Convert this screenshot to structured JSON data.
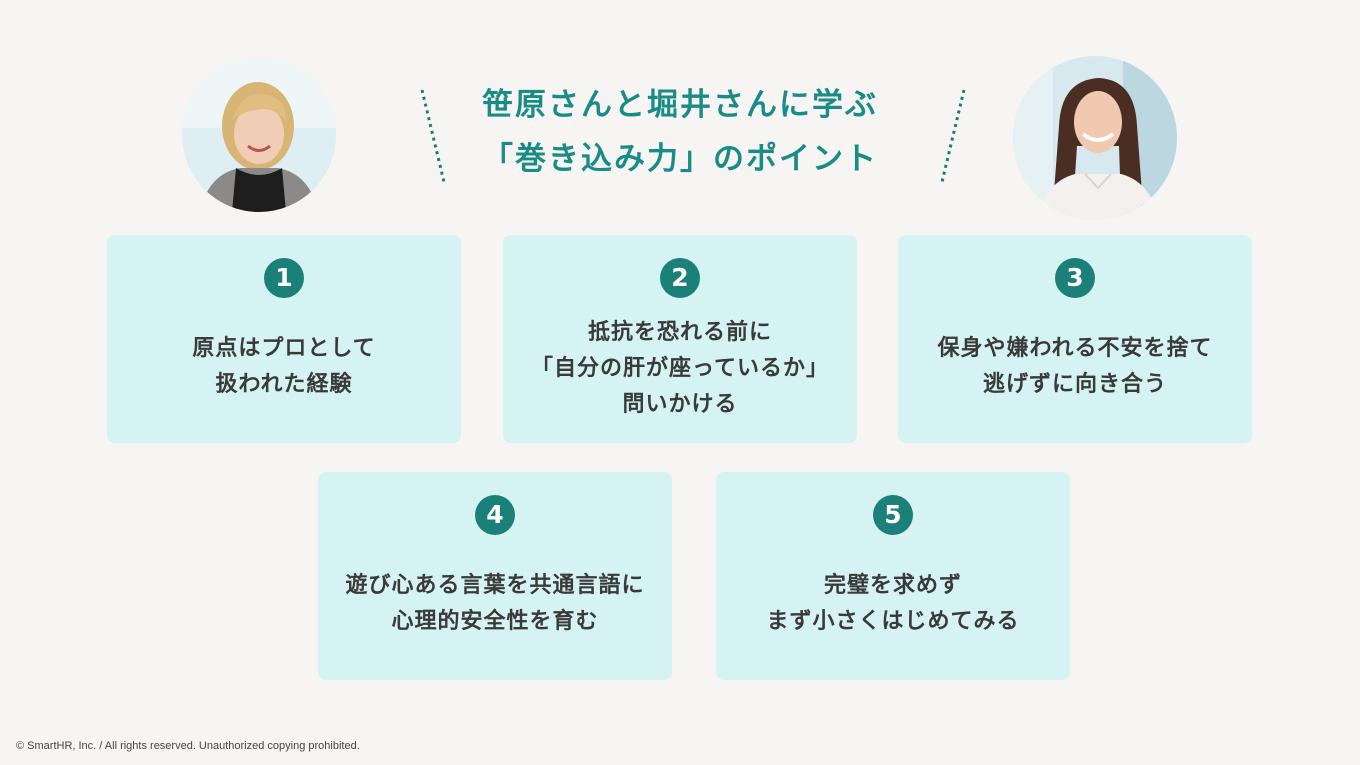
{
  "title": {
    "line1": "笹原さんと堀井さんに学ぶ",
    "line2": "「巻き込み力」のポイント"
  },
  "colors": {
    "accent": "#1a8c86",
    "badge": "#1a8078",
    "card_bg": "#d5f3f3",
    "background": "#f6f5f3",
    "text": "#3a3a3a"
  },
  "points": [
    {
      "number": "1",
      "lines": [
        "原点はプロとして",
        "扱われた経験"
      ]
    },
    {
      "number": "2",
      "lines": [
        "抵抗を恐れる前に",
        "「自分の肝が座っているか」",
        "問いかける"
      ]
    },
    {
      "number": "3",
      "lines": [
        "保身や嫌われる不安を捨て",
        "逃げずに向き合う"
      ]
    },
    {
      "number": "4",
      "lines": [
        "遊び心ある言葉を共通言語に",
        "心理的安全性を育む"
      ]
    },
    {
      "number": "5",
      "lines": [
        "完璧を求めず",
        "まず小さくはじめてみる"
      ]
    }
  ],
  "copyright": "© SmartHR, Inc. / All rights reserved. Unauthorized copying prohibited."
}
